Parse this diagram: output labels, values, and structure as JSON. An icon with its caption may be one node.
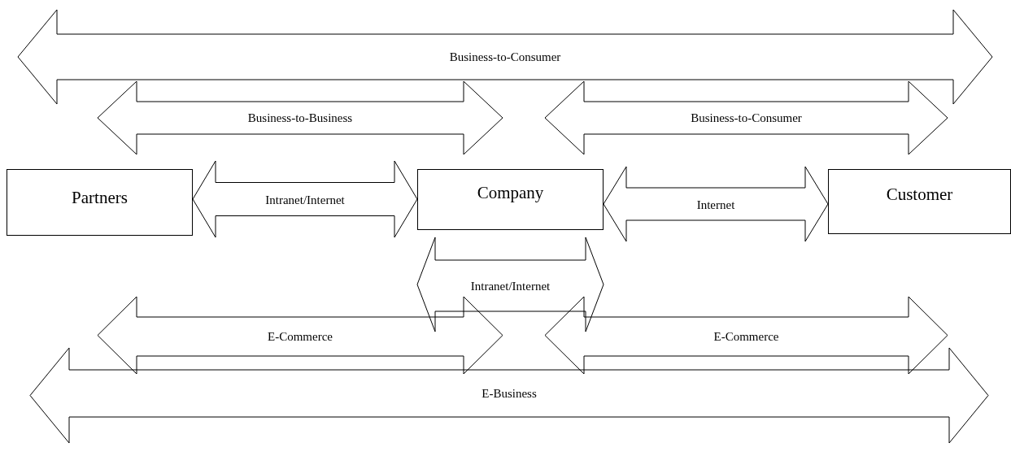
{
  "diagram": {
    "nodes": [
      {
        "text": [
          "Business-to-Consumer"
        ]
      },
      {
        "text": [
          "Business-to-Business"
        ]
      },
      {
        "text": [
          "Business-to-Consumer"
        ]
      },
      {
        "text": [
          "Partners"
        ]
      },
      {
        "text": [
          "Company"
        ]
      },
      {
        "text": [
          "Customer"
        ]
      },
      {
        "text": [
          "Intranet/Internet"
        ]
      },
      {
        "text": [
          "E-Commerce"
        ]
      },
      {
        "text": [
          "E-Commerce"
        ]
      },
      {
        "text": [
          "E-Business"
        ]
      }
    ],
    "edges": [
      {
        "from": 3,
        "to": 4,
        "arrow": "both",
        "label": "Intranet/Internet"
      },
      {
        "from": 4,
        "to": 5,
        "arrow": "both",
        "label": "Internet"
      }
    ]
  }
}
